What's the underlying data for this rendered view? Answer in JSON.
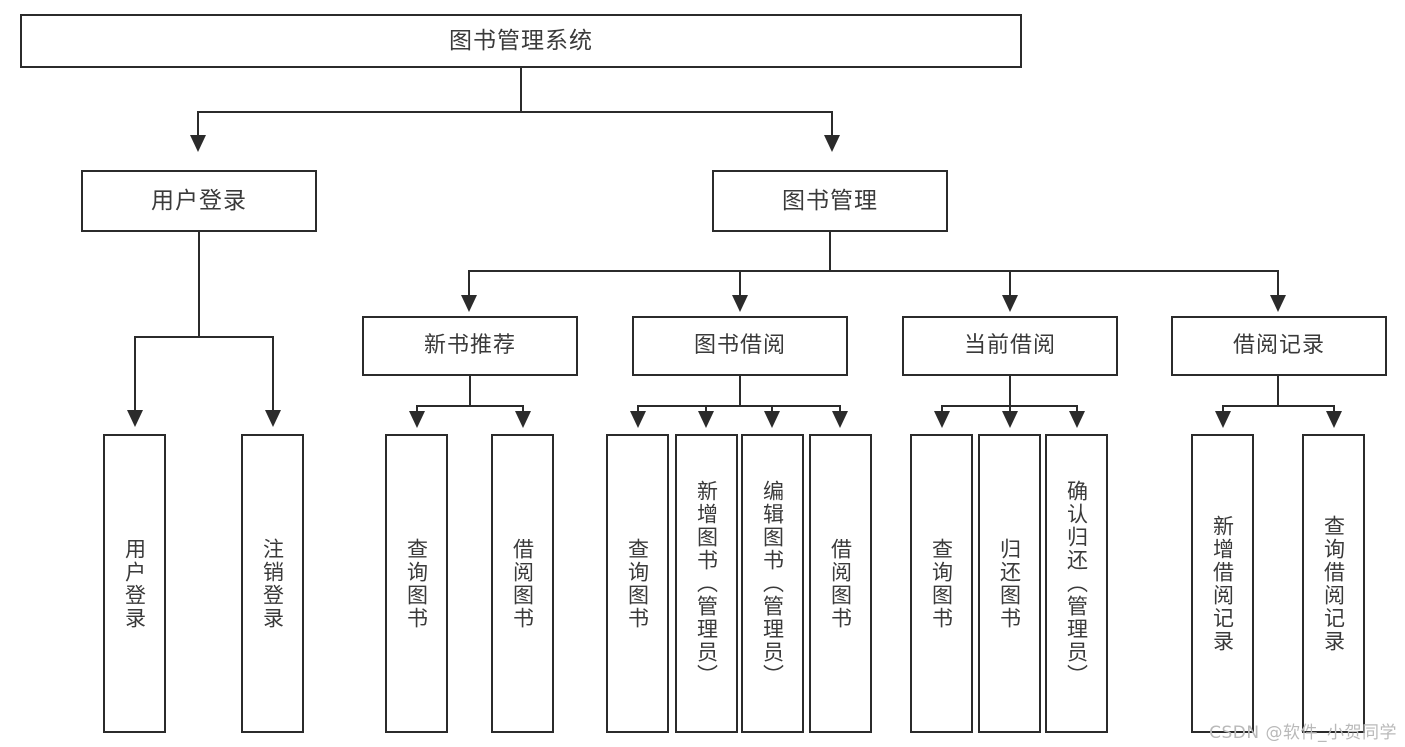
{
  "diagram": {
    "title": "图书管理系统",
    "type": "hierarchy-tree",
    "watermark": "CSDN @软件_小贺同学",
    "colors": {
      "stroke": "#2b2b2b",
      "box_fill": "#ffffff",
      "text": "#3a3a3a",
      "watermark": "#b9b9b9",
      "background": "#ffffff"
    },
    "nodes": {
      "root": {
        "label": "图书管理系统"
      },
      "level1": [
        {
          "id": "user-login",
          "label": "用户登录"
        },
        {
          "id": "book-manage",
          "label": "图书管理"
        }
      ],
      "level2": [
        {
          "id": "new-book-rec",
          "label": "新书推荐"
        },
        {
          "id": "book-borrow",
          "label": "图书借阅"
        },
        {
          "id": "current-borrow",
          "label": "当前借阅"
        },
        {
          "id": "borrow-record",
          "label": "借阅记录"
        }
      ],
      "leaves": {
        "user-login": [
          {
            "id": "leaf-user-login",
            "label": "用户登录"
          },
          {
            "id": "leaf-user-logout",
            "label": "注销登录"
          }
        ],
        "new-book-rec": [
          {
            "id": "leaf-query-book-1",
            "label": "查询图书"
          },
          {
            "id": "leaf-borrow-book-1",
            "label": "借阅图书"
          }
        ],
        "book-borrow": [
          {
            "id": "leaf-query-book-2",
            "label": "查询图书"
          },
          {
            "id": "leaf-add-book",
            "label": "新增图书（管理员）"
          },
          {
            "id": "leaf-edit-book",
            "label": "编辑图书（管理员）"
          },
          {
            "id": "leaf-borrow-book-2",
            "label": "借阅图书"
          }
        ],
        "current-borrow": [
          {
            "id": "leaf-query-book-3",
            "label": "查询图书"
          },
          {
            "id": "leaf-return-book",
            "label": "归还图书"
          },
          {
            "id": "leaf-confirm-return",
            "label": "确认归还（管理员）"
          }
        ],
        "borrow-record": [
          {
            "id": "leaf-add-record",
            "label": "新增借阅记录"
          },
          {
            "id": "leaf-query-record",
            "label": "查询借阅记录"
          }
        ]
      }
    }
  }
}
